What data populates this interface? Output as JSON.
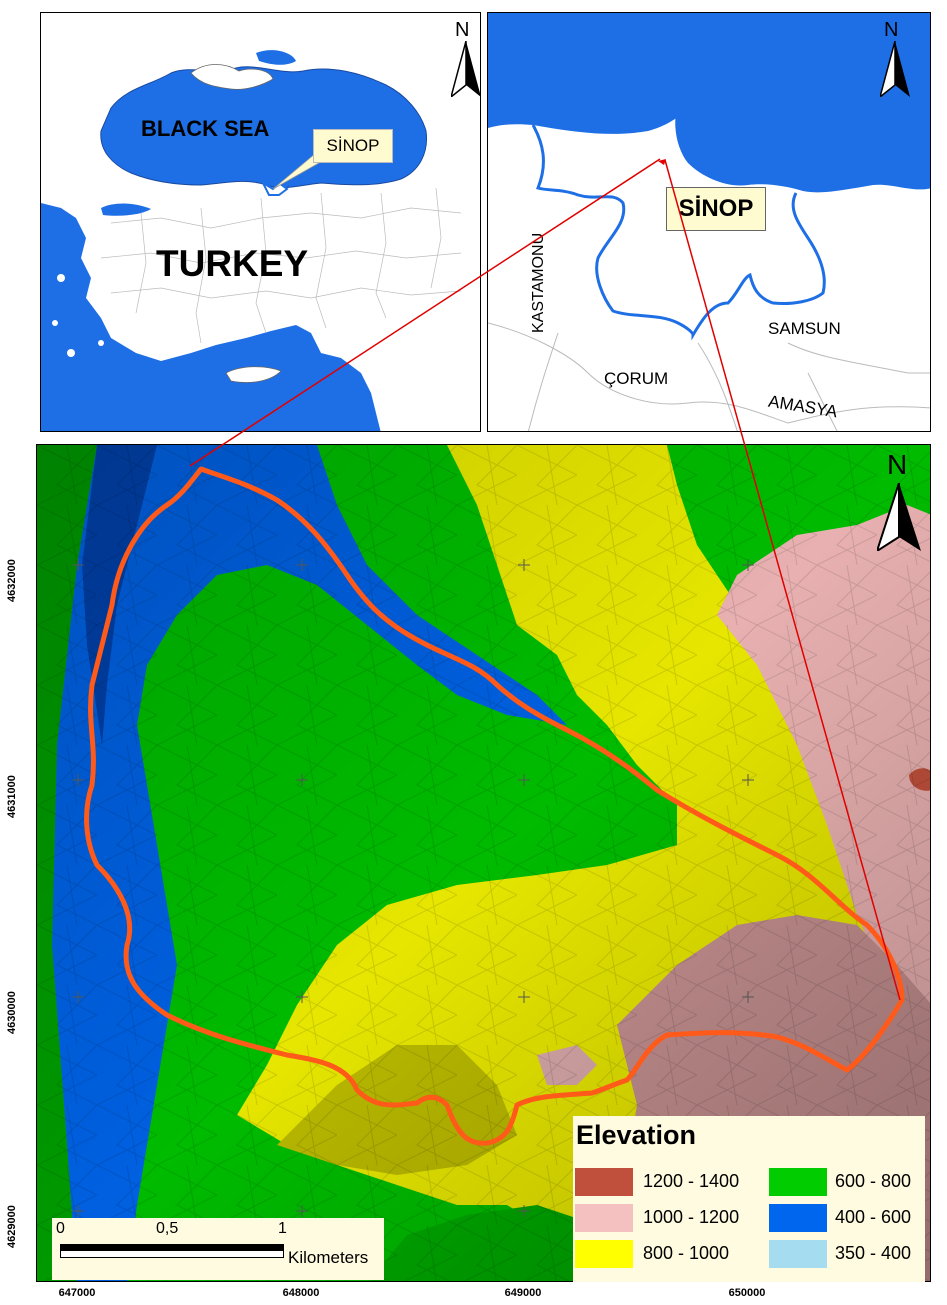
{
  "inset_turkey": {
    "sea_label": "BLACK SEA",
    "country_label": "TURKEY",
    "callout_label": "SİNOP",
    "north_label": "N"
  },
  "inset_sinop": {
    "province_label": "SİNOP",
    "neighbors": [
      "KASTAMONU",
      "SAMSUN",
      "ÇORUM",
      "AMASYA"
    ],
    "north_label": "N"
  },
  "main_map": {
    "north_label": "N",
    "x_ticks": [
      "647000",
      "648000",
      "649000",
      "650000"
    ],
    "y_ticks": [
      "4632000",
      "4631000",
      "4630000",
      "4629000"
    ]
  },
  "legend": {
    "title": "Elevation",
    "classes": [
      {
        "label": "1200 - 1400",
        "color": "#c0503c"
      },
      {
        "label": "1000 - 1200",
        "color": "#f5c0c0"
      },
      {
        "label": "800 - 1000",
        "color": "#ffff00"
      },
      {
        "label": "600 - 800",
        "color": "#00cc00"
      },
      {
        "label": "400 - 600",
        "color": "#0066ee"
      },
      {
        "label": "350 - 400",
        "color": "#a6dcf0"
      }
    ]
  },
  "scalebar": {
    "labels": [
      "0",
      "0,5",
      "1"
    ],
    "unit": "Kilometers"
  },
  "colors": {
    "sea": "#1e6fe6",
    "watershed_boundary": "#ff5a1a",
    "connector": "#e00000",
    "province_border": "#1e6fe6",
    "callout_bg": "#fffbd0"
  }
}
